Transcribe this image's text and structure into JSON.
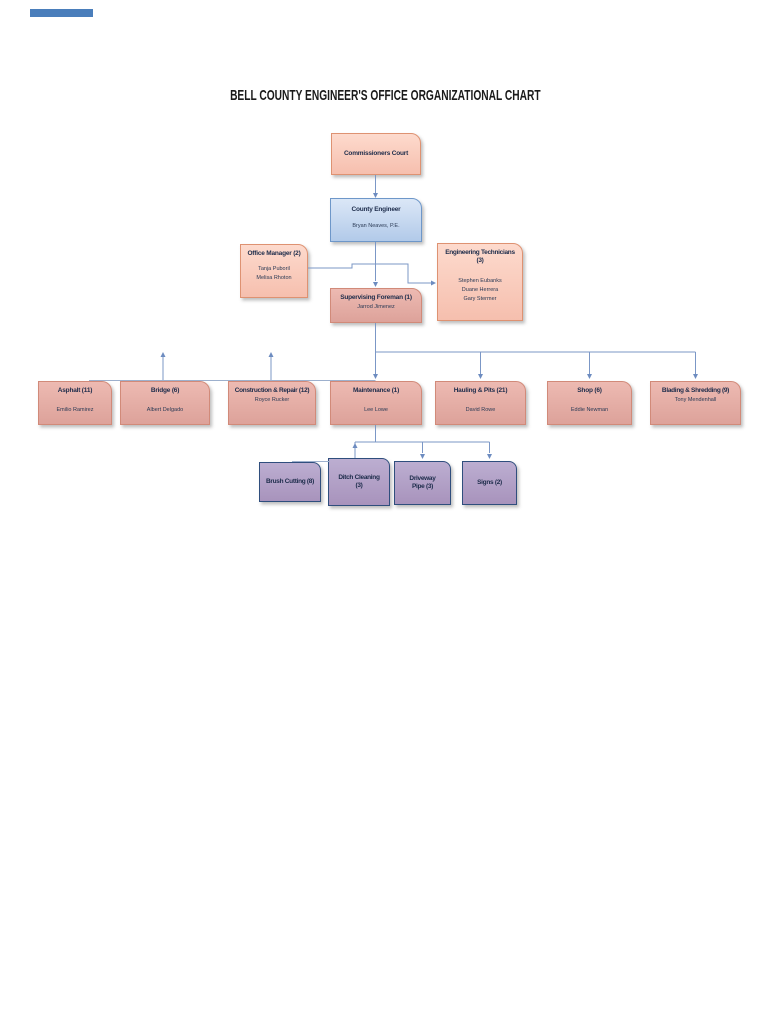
{
  "title": "BELL COUNTY ENGINEER'S OFFICE ORGANIZATIONAL CHART",
  "colors": {
    "accent_bar": "#4a7ebb",
    "line": "#7b97c6",
    "line_muted": "#9db0cd",
    "arrow": "#6d8cc0",
    "pink_light": "#fddacd",
    "pink_dark": "#f6bfae",
    "pink_border": "#de9272",
    "blue_light": "#dbe7f7",
    "blue_dark": "#b2cae9",
    "blue_border": "#6e97c9",
    "rose_light": "#edbab2",
    "rose_dark": "#dda29a",
    "rose_border": "#d18a79",
    "purple_light": "#bcaed1",
    "purple_dark": "#a893bc",
    "purple_border": "#2f4e7d",
    "text_navy": "#1c2b4a"
  },
  "org": {
    "commissioners_court": {
      "title": "Commissioners Court"
    },
    "county_engineer": {
      "title": "County Engineer",
      "name": "Bryan Neaves, P.E."
    },
    "office_manager": {
      "title": "Office Manager (2)",
      "name1": "Tanja Puboril",
      "name2": "Melisa Rhoton"
    },
    "engineering_technicians": {
      "title1": "Engineering Technicians",
      "title2": "(3)",
      "name1": "Stephen Eubanks",
      "name2": "Duane Herrera",
      "name3": "Gary Stermer"
    },
    "supervising_foreman": {
      "title": "Supervising Foreman (1)",
      "name": "Jarrod Jimenez"
    },
    "asphalt": {
      "title": "Asphalt (11)",
      "name": "Emilio Ramirez"
    },
    "bridge": {
      "title": "Bridge (6)",
      "name": "Albert Delgado"
    },
    "construction_repair": {
      "title": "Construction & Repair (12)",
      "name": "Royce Rucker"
    },
    "maintenance": {
      "title": "Maintenance (1)",
      "name": "Lee Lowe"
    },
    "hauling_pits": {
      "title": "Hauling & Pits (21)",
      "name": "David Rowe"
    },
    "shop": {
      "title": "Shop (6)",
      "name": "Eddie Newman"
    },
    "blading_shredding": {
      "title": "Blading & Shredding (9)",
      "name": "Tony Mendenhall"
    },
    "brush_cutting": {
      "title": "Brush Cutting  (8)"
    },
    "ditch_cleaning": {
      "title": "Ditch Cleaning (3)"
    },
    "driveway_pipe": {
      "title": "Driveway Pipe (3)"
    },
    "signs": {
      "title": "Signs (2)"
    }
  }
}
